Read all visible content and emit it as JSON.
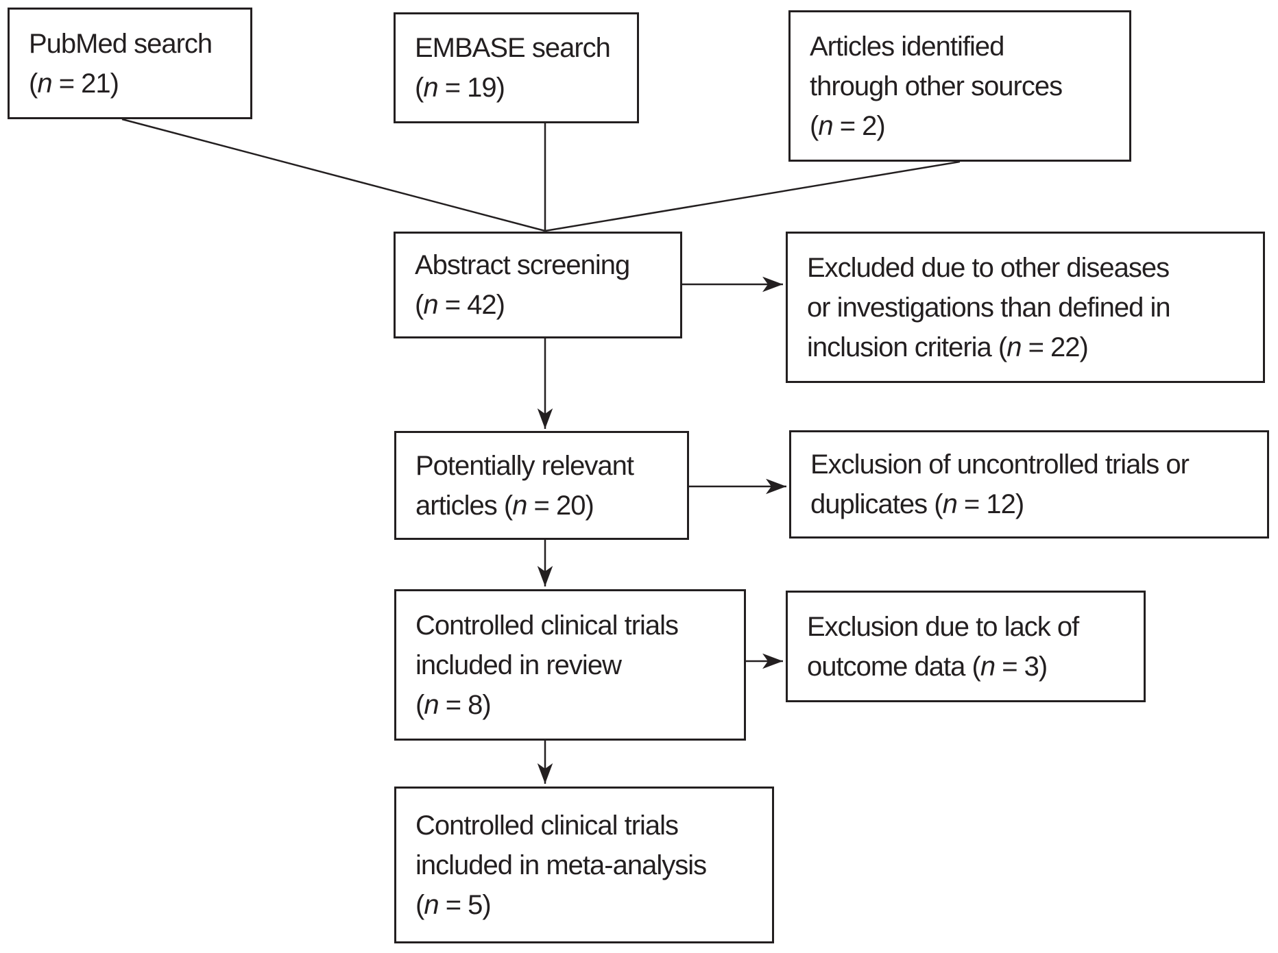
{
  "figure": {
    "type": "prisma-flowchart",
    "colors": {
      "ink": "#231f20",
      "background": "#ffffff"
    }
  },
  "nodes": {
    "pubmed_search": {
      "lines": [
        "PubMed search",
        "(n = 21)"
      ]
    },
    "embase_search": {
      "lines": [
        "EMBASE search",
        "(n = 19)"
      ]
    },
    "other_sources": {
      "lines": [
        "Articles identified",
        "through other sources",
        "(n = 2)"
      ]
    },
    "abstract_screening": {
      "lines": [
        "Abstract screening",
        "(n = 42)"
      ]
    },
    "excluded_other_diseases": {
      "lines": [
        "Excluded due to other diseases",
        "or investigations than defined in",
        "inclusion criteria (n = 22)"
      ]
    },
    "potentially_relevant": {
      "lines": [
        "Potentially relevant",
        "articles (n = 20)"
      ]
    },
    "excluded_uncontrolled": {
      "lines": [
        "Exclusion of uncontrolled trials or",
        "duplicates (n = 12)"
      ]
    },
    "included_review": {
      "lines": [
        "Controlled clinical trials",
        "included in review",
        "(n = 8)"
      ]
    },
    "excluded_outcome": {
      "lines": [
        "Exclusion due to lack of",
        "outcome data (n = 3)"
      ]
    },
    "included_meta": {
      "lines": [
        "Controlled clinical trials",
        "included in meta-analysis",
        "(n = 5)"
      ]
    }
  },
  "edges": [
    {
      "from": "pubmed_search",
      "to": "abstract_screening",
      "arrowhead": false
    },
    {
      "from": "embase_search",
      "to": "abstract_screening",
      "arrowhead": false
    },
    {
      "from": "other_sources",
      "to": "abstract_screening",
      "arrowhead": false
    },
    {
      "from": "abstract_screening",
      "to": "excluded_other_diseases",
      "arrowhead": true
    },
    {
      "from": "abstract_screening",
      "to": "potentially_relevant",
      "arrowhead": true
    },
    {
      "from": "potentially_relevant",
      "to": "excluded_uncontrolled",
      "arrowhead": true
    },
    {
      "from": "potentially_relevant",
      "to": "included_review",
      "arrowhead": true
    },
    {
      "from": "included_review",
      "to": "excluded_outcome",
      "arrowhead": true
    },
    {
      "from": "included_review",
      "to": "included_meta",
      "arrowhead": true
    }
  ]
}
